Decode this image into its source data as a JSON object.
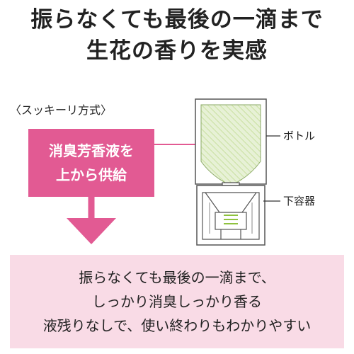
{
  "headline": {
    "line1": "振らなくても最後の一滴まで",
    "line2": "生花の香りを実感"
  },
  "method_label": "〈スッキーリ方式〉",
  "feature_box": {
    "line1": "消臭芳香液を",
    "line2": "上から供給"
  },
  "callouts": {
    "bottle": "ボトル",
    "lower_container": "下容器"
  },
  "summary": {
    "line1": "振らなくても最後の一滴まで、",
    "line2": "しっかり消臭しっかり香る",
    "line3": "液残りなしで、使い終わりもわかりやすい"
  },
  "colors": {
    "accent_pink": "#e25a93",
    "light_pink": "#f9dbe6",
    "liquid_green": "#8fc23f",
    "bottle_fill": "#dcebc3"
  }
}
